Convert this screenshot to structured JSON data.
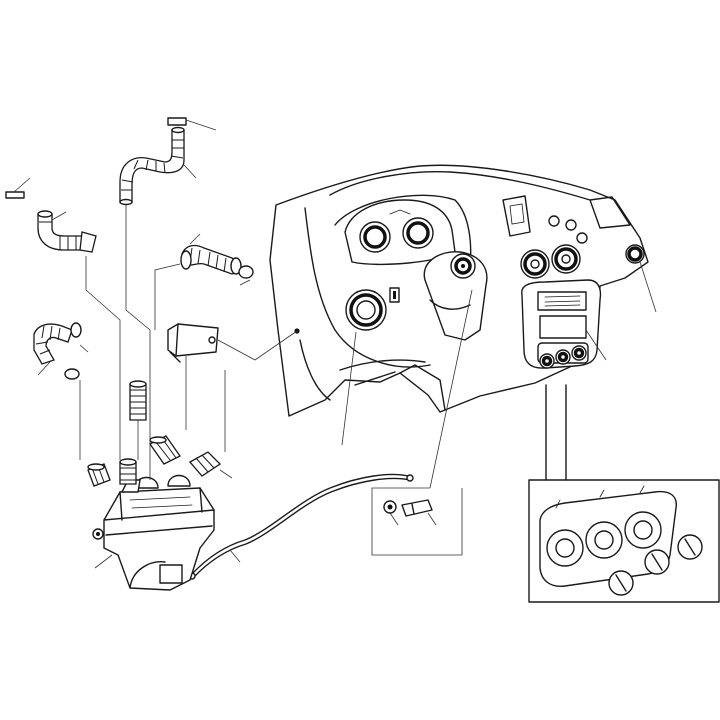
{
  "diagram": {
    "kind": "exploded-parts-diagram",
    "colors": {
      "line": "#1a1a1a",
      "background": "#ffffff"
    },
    "parts": [
      "dashboard-assembly",
      "instrument-cluster",
      "steering-column-boss",
      "center-vent-left",
      "center-vent-right",
      "right-side-vent",
      "left-side-vent",
      "radio-unit",
      "heater-control-panel",
      "heater-control-detail",
      "heater-unit",
      "control-cable",
      "control-knob-detail",
      "blower-motor-resistor",
      "duct-hose-1",
      "duct-hose-2",
      "duct-hose-3",
      "duct-hose-4",
      "duct-hose-5",
      "duct-hose-6",
      "duct-hose-7",
      "duct-hose-8",
      "hose-clip"
    ]
  }
}
